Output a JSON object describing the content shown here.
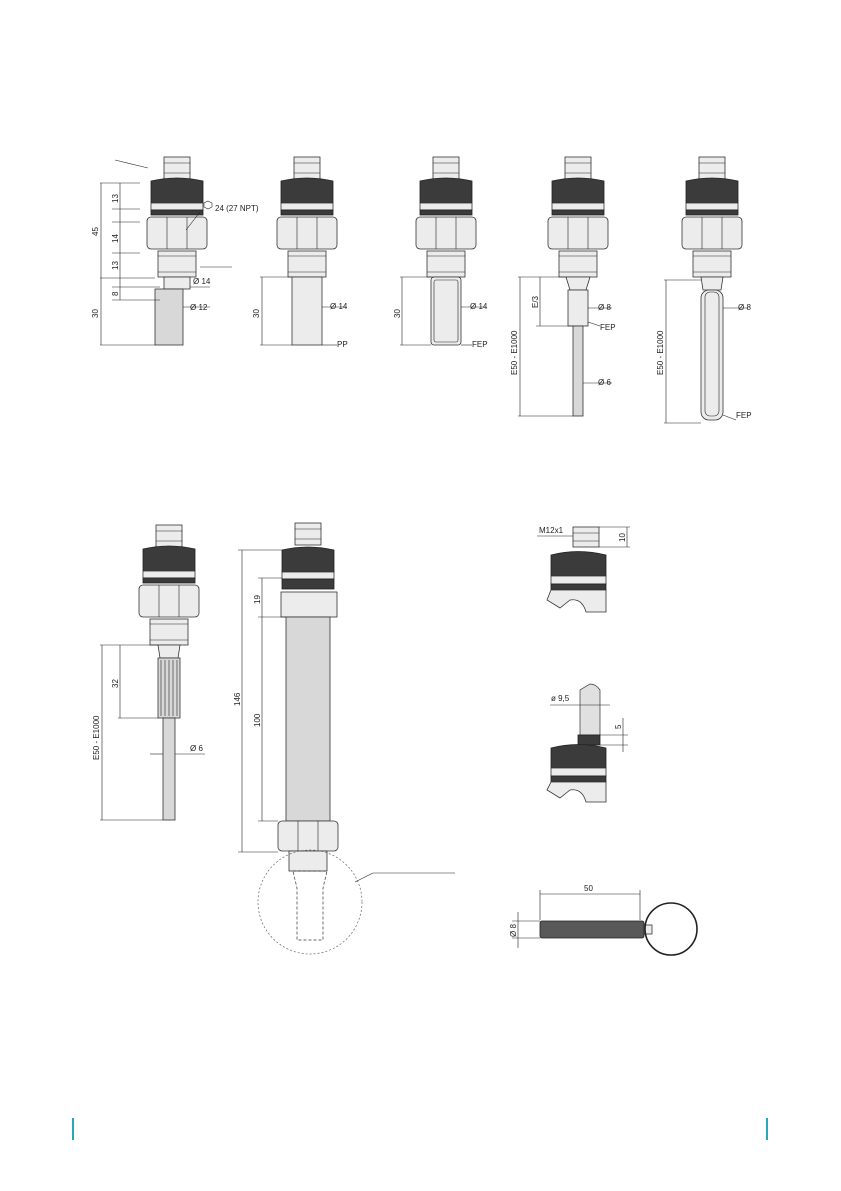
{
  "accent_color": "#2aa6b4",
  "labels": {
    "hex": "24 (27 NPT)",
    "d14": "Ø 14",
    "d12": "Ø 12",
    "d8": "Ø 8",
    "d6": "Ø 6",
    "d95": "ø 9,5",
    "pp": "PP",
    "fep": "FEP",
    "m12": "M12x1",
    "e3": "E/3",
    "erange": "E50 - E1000",
    "n45": "45",
    "n30": "30",
    "n14": "14",
    "n13": "13",
    "n8": "8",
    "n32": "32",
    "n146": "146",
    "n19": "19",
    "n100": "100",
    "n10": "10",
    "n5": "5",
    "n50": "50",
    "n8b": "8"
  }
}
